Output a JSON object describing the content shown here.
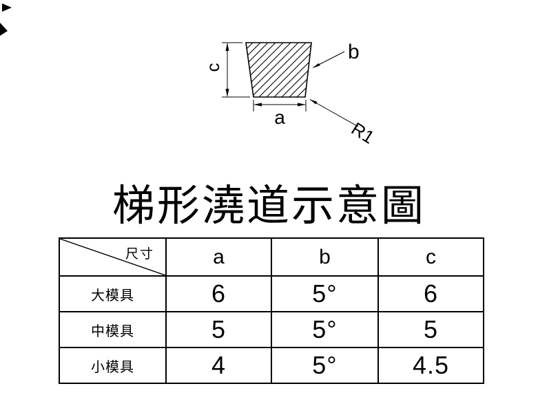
{
  "diagram": {
    "title": "梯形澆道示意圖",
    "label_a": "a",
    "label_b": "b",
    "label_c": "c",
    "label_r1": "R1"
  },
  "table": {
    "corner_label": "尺寸",
    "columns": [
      "a",
      "b",
      "c"
    ],
    "rows": [
      {
        "name": "大模具",
        "a": "6",
        "b": "5°",
        "c": "6"
      },
      {
        "name": "中模具",
        "a": "5",
        "b": "5°",
        "c": "5"
      },
      {
        "name": "小模具",
        "a": "4",
        "b": "5°",
        "c": "4.5"
      }
    ]
  },
  "colors": {
    "ink": "#000000",
    "background": "#ffffff"
  }
}
